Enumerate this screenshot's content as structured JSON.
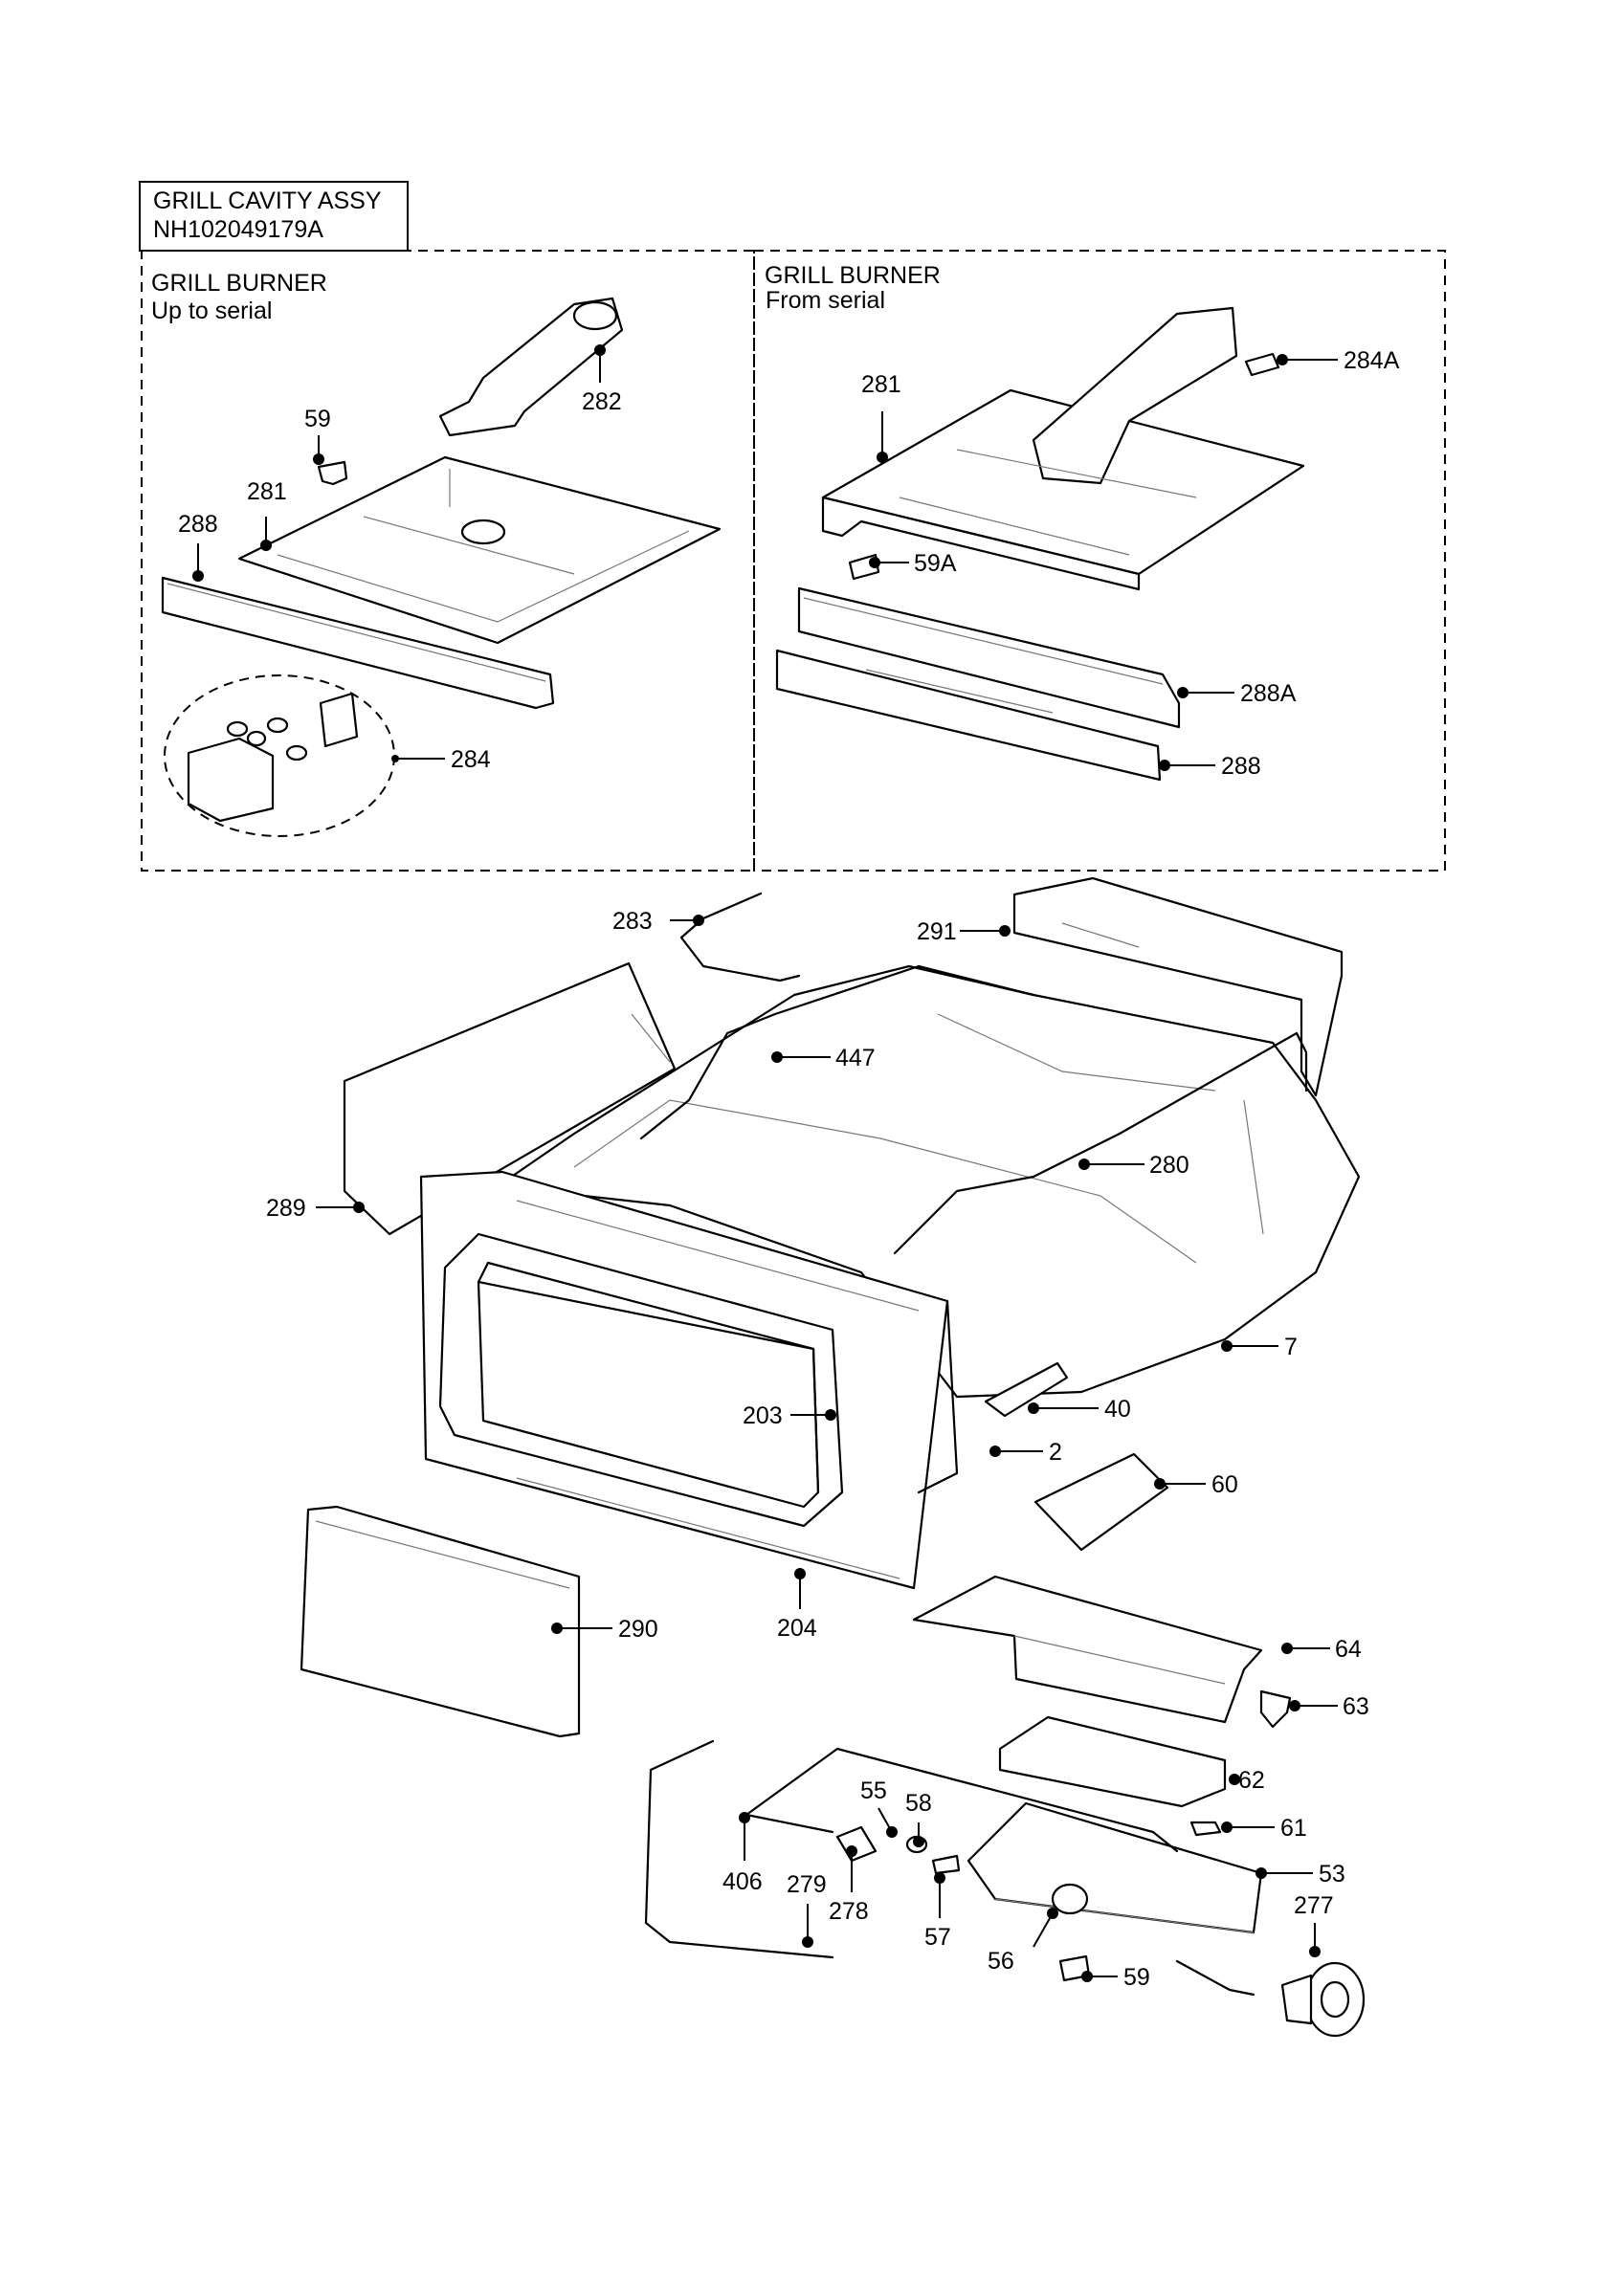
{
  "title_box": {
    "line1": "GRILL CAVITY ASSY",
    "line2": "NH102049179A"
  },
  "panel_left": {
    "title": "GRILL BURNER",
    "subtitle": "Up to serial"
  },
  "panel_right": {
    "title": "GRILL BURNER",
    "subtitle": "From serial"
  },
  "callouts": {
    "c282": "282",
    "c59_top": "59",
    "c281_left": "281",
    "c288_left": "288",
    "c284": "284",
    "c281_right": "281",
    "c284A": "284A",
    "c59A": "59A",
    "c288A": "288A",
    "c288_right": "288",
    "c283": "283",
    "c291": "291",
    "c447": "447",
    "c280": "280",
    "c289": "289",
    "c7": "7",
    "c203": "203",
    "c40": "40",
    "c2": "2",
    "c60": "60",
    "c204": "204",
    "c290": "290",
    "c64": "64",
    "c63": "63",
    "c62": "62",
    "c55": "55",
    "c58": "58",
    "c61": "61",
    "c406": "406",
    "c279": "279",
    "c278": "278",
    "c53": "53",
    "c57": "57",
    "c56": "56",
    "c277": "277",
    "c59_bottom": "59"
  }
}
